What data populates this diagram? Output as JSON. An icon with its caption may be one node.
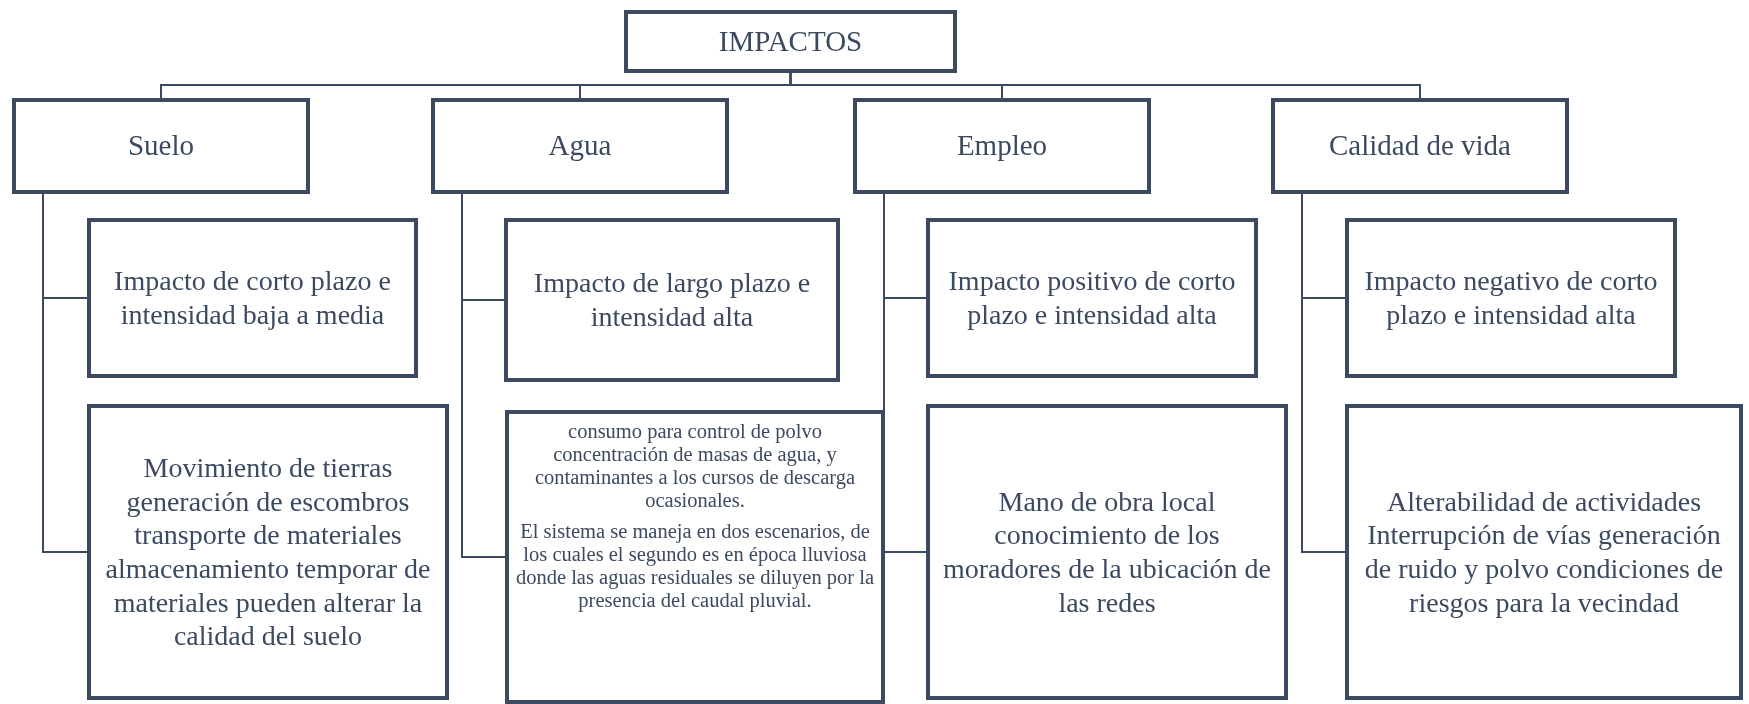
{
  "diagram": {
    "nodes": [
      {
        "text": [
          "IMPACTOS"
        ]
      },
      {
        "text": [
          "Suelo"
        ]
      },
      {
        "text": [
          "Agua"
        ]
      },
      {
        "text": [
          "Empleo"
        ]
      },
      {
        "text": [
          "Calidad de vida"
        ]
      },
      {
        "text": [
          "Impacto de corto plazo e intensidad baja a media"
        ]
      },
      {
        "text": [
          "Impacto de largo plazo e intensidad alta"
        ]
      },
      {
        "text": [
          "Impacto positivo de corto plazo e intensidad alta"
        ]
      },
      {
        "text": [
          "Impacto negativo de corto plazo e intensidad alta"
        ]
      },
      {
        "text": [
          "Movimiento de tierras generación de escombros transporte de materiales almacenamiento temporar de materiales pueden alterar la calidad del suelo"
        ]
      },
      {
        "text": [
          "consumo para control de polvo concentración de masas de agua, y contaminantes a los cursos de descarga ocasionales.",
          "El sistema se maneja en dos escenarios, de los cuales el segundo es en época lluviosa donde las aguas residuales se diluyen por la presencia del caudal pluvial."
        ]
      },
      {
        "text": [
          "Mano de obra local conocimiento de los moradores de la ubicación de las redes"
        ]
      },
      {
        "text": [
          "Alterabilidad de actividades Interrupción de vías generación de ruido y polvo condiciones de riesgos para la vecindad"
        ]
      }
    ],
    "edges": [
      {
        "from": 0,
        "to": 1,
        "arrow": "none"
      },
      {
        "from": 0,
        "to": 2,
        "arrow": "none"
      },
      {
        "from": 0,
        "to": 3,
        "arrow": "none"
      },
      {
        "from": 0,
        "to": 4,
        "arrow": "none"
      },
      {
        "from": 1,
        "to": 5,
        "arrow": "none"
      },
      {
        "from": 1,
        "to": 9,
        "arrow": "none"
      },
      {
        "from": 2,
        "to": 6,
        "arrow": "none"
      },
      {
        "from": 2,
        "to": 10,
        "arrow": "none"
      },
      {
        "from": 3,
        "to": 7,
        "arrow": "none"
      },
      {
        "from": 3,
        "to": 11,
        "arrow": "none"
      },
      {
        "from": 4,
        "to": 8,
        "arrow": "none"
      },
      {
        "from": 4,
        "to": 12,
        "arrow": "none"
      }
    ]
  }
}
